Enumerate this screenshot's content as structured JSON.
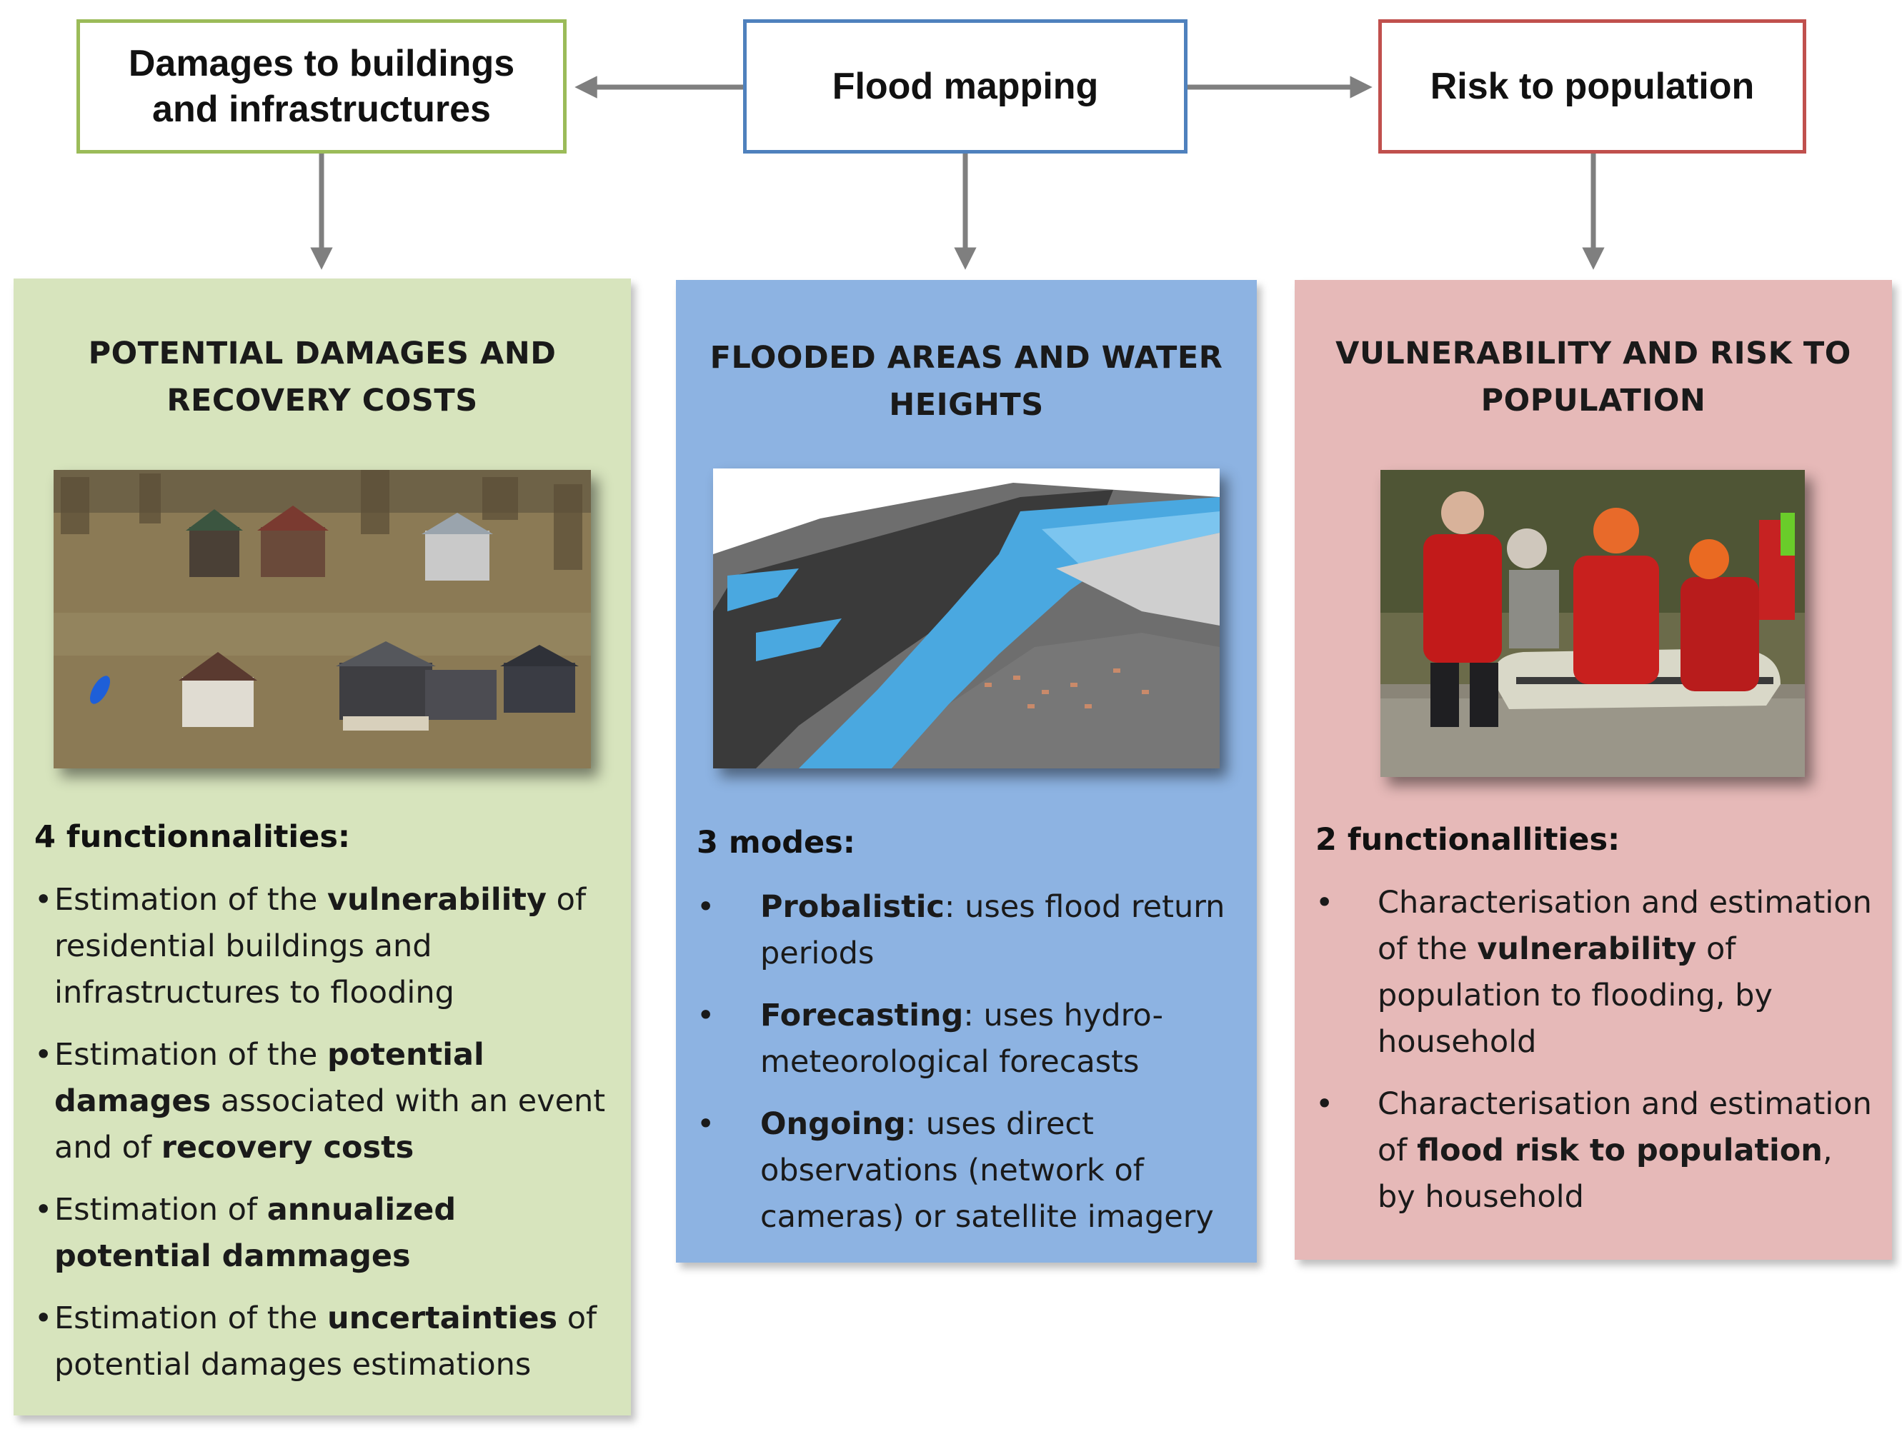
{
  "top_boxes": {
    "damages": {
      "line1": "Damages to buildings",
      "line2": "and infrastructures"
    },
    "flood": {
      "label": "Flood mapping"
    },
    "risk": {
      "label": "Risk to population"
    }
  },
  "panels": {
    "damages": {
      "title_line1": "POTENTIAL DAMAGES AND",
      "title_line2": "RECOVERY COSTS",
      "heading": "4 functionnalities:",
      "bullets": [
        {
          "p1": "Estimation of the ",
          "b1": "vulnerability",
          "p2": " of residential buildings and infrastructures to flooding"
        },
        {
          "p1": "Estimation of the ",
          "b1": "potential damages",
          "p2": " associated with an event and of ",
          "b2": "recovery costs"
        },
        {
          "p1": "Estimation of ",
          "b1": "annualized potential dammages"
        },
        {
          "p1": "Estimation of the ",
          "b1": "uncertainties",
          "p2": " of potential damages estimations"
        }
      ]
    },
    "flood": {
      "title_line1": "FLOODED AREAS AND WATER",
      "title_line2": "HEIGHTS",
      "heading": "3 modes:",
      "bullets": [
        {
          "b1": "Probalistic",
          "p1": ": uses flood return periods"
        },
        {
          "b1": "Forecasting",
          "p1": ": uses hydro-meteorological forecasts"
        },
        {
          "b1": "Ongoing",
          "p1": ": uses direct observations (network of cameras) or satellite imagery"
        }
      ]
    },
    "risk": {
      "title_line1": "VULNERABILITY AND RISK TO",
      "title_line2": "POPULATION",
      "heading": "2 functionallities:",
      "bullets": [
        {
          "p1": "Characterisation and estimation of the ",
          "b1": "vulnerability",
          "p2": " of population  to flooding, by household"
        },
        {
          "p1": "Characterisation and estimation of ",
          "b1": "flood risk to population",
          "p2": ", by household"
        }
      ]
    }
  },
  "colors": {
    "green_border": "#9bbb59",
    "blue_border": "#4f81bd",
    "red_border": "#c0504d",
    "green_panel": "#d7e4bd",
    "blue_panel": "#8db3e2",
    "red_panel": "#e6b9b8",
    "arrow": "#7f7f7f"
  }
}
